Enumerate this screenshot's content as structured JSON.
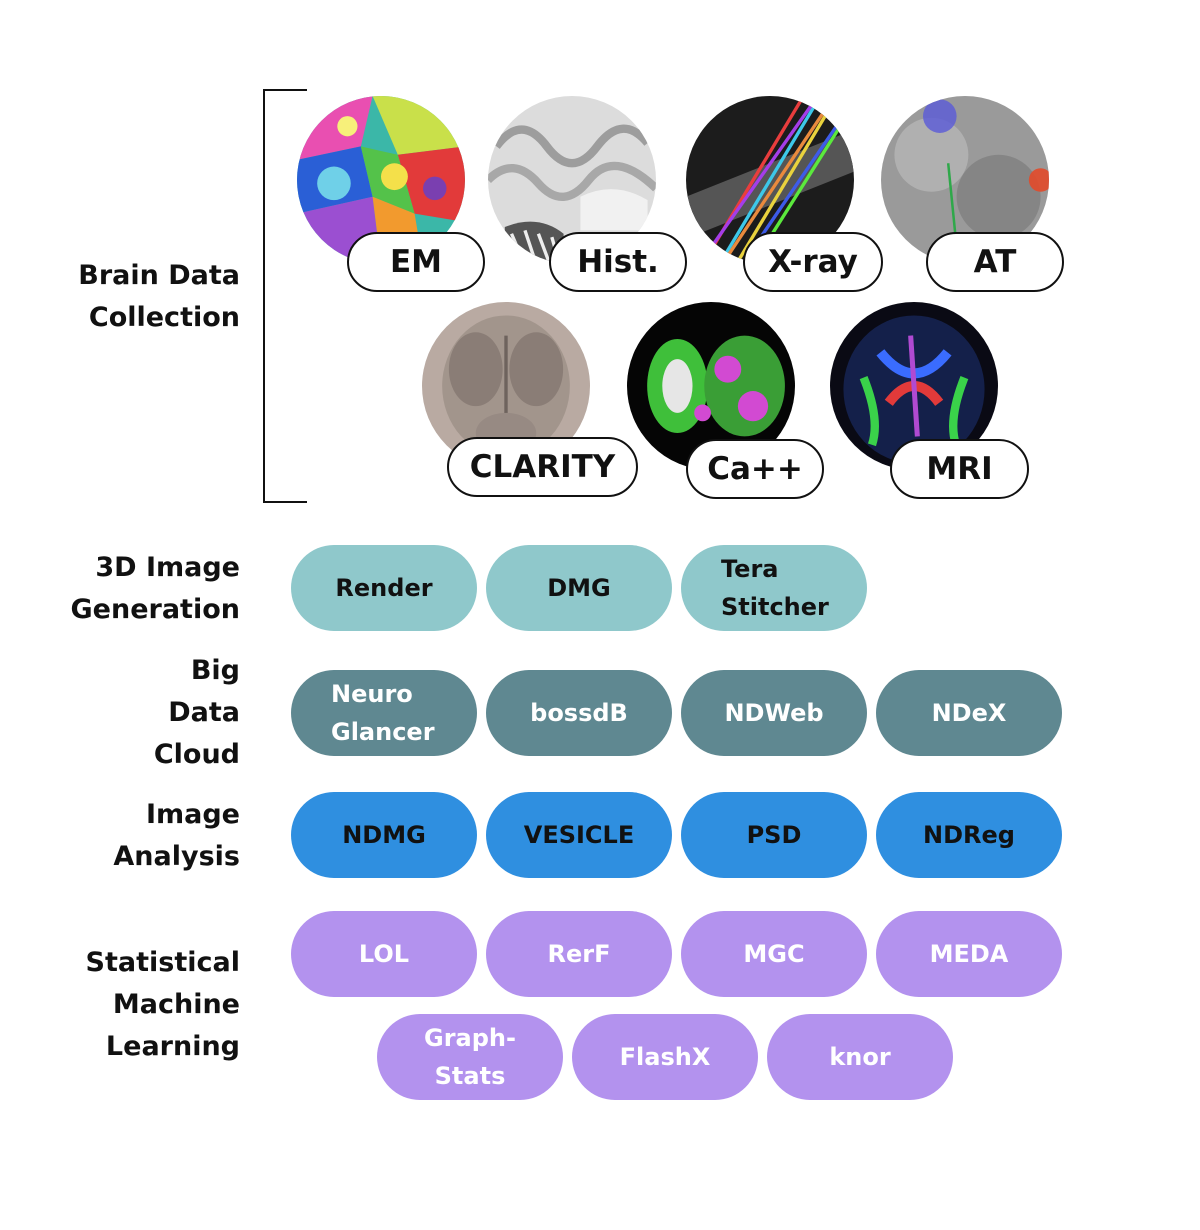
{
  "sections": {
    "brain_data_collection": "Brain Data\nCollection",
    "image_generation": "3D Image\nGeneration",
    "big_data_cloud": "Big\nData\nCloud",
    "image_analysis": "Image\nAnalysis",
    "statistical_ml": "Statistical\nMachine\nLearning"
  },
  "modalities": {
    "em": "EM",
    "hist": "Hist.",
    "xray": "X-ray",
    "at": "AT",
    "clarity": "CLARITY",
    "ca": "Ca++",
    "mri": "MRI"
  },
  "tools": {
    "generation": [
      "Render",
      "DMG",
      "Tera\nStitcher"
    ],
    "cloud": [
      "Neuro\nGlancer",
      "bossdB",
      "NDWeb",
      "NDeX"
    ],
    "analysis": [
      "NDMG",
      "VESICLE",
      "PSD",
      "NDReg"
    ],
    "ml_row1": [
      "LOL",
      "RerF",
      "MGC",
      "MEDA"
    ],
    "ml_row2": [
      "Graph-\nStats",
      "FlashX",
      "knor"
    ]
  },
  "colors": {
    "generation": "#8fc8cb",
    "cloud": "#5f8891",
    "analysis": "#2f8fe0",
    "ml": "#b392ee"
  }
}
